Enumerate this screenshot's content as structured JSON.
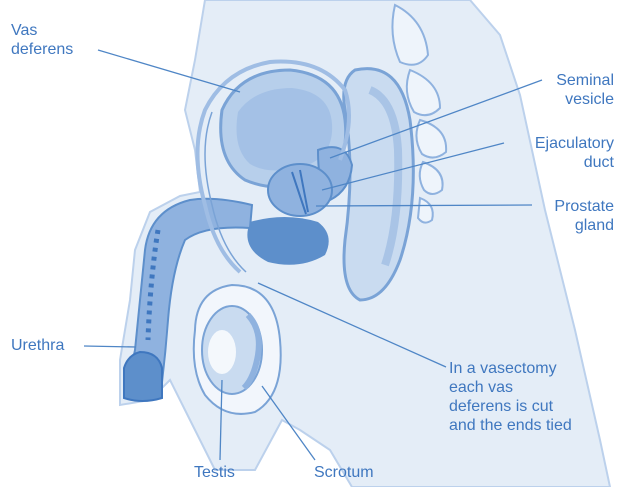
{
  "labels": {
    "vas_deferens": [
      "Vas",
      "deferens"
    ],
    "seminal_vesicle": [
      "Seminal",
      "vesicle"
    ],
    "ejaculatory_duct": [
      "Ejaculatory",
      "duct"
    ],
    "prostate_gland": [
      "Prostate",
      "gland"
    ],
    "urethra": [
      "Urethra"
    ],
    "vasectomy_note": [
      "In a vasectomy",
      "each vas",
      "deferens is cut",
      "and the ends tied"
    ],
    "testis": [
      "Testis"
    ],
    "scrotum": [
      "Scrotum"
    ]
  },
  "colors": {
    "label_text": "#3f77bf",
    "leader_line": "#4f86c6",
    "body_fill": "#e4edf7",
    "organ_fill": "#a9c4e6",
    "organ_dark": "#5d8fcb",
    "outline": "#7aa3d6"
  }
}
